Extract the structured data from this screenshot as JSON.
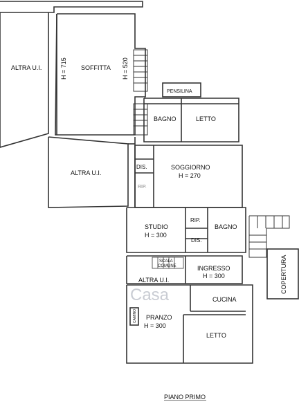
{
  "plan": {
    "title": "PIANO PRIMO",
    "watermark": "Casa",
    "rooms": {
      "altra_ui_left": "ALTRA U.I.",
      "soffitta": "SOFFITTA",
      "h_715": "H = 715",
      "h_520": "H = 520",
      "pensilina": "PENSILINA",
      "bagno_upper": "BAGNO",
      "letto_upper": "LETTO",
      "altra_ui_mid": "ALTRA U.I.",
      "dis_upper": "DIS.",
      "rip_upper": "RIP.",
      "soggiorno": "SOGGIORNO",
      "soggiorno_h": "H = 270",
      "studio": "STUDIO",
      "studio_h": "H = 300",
      "rip_mid": "RIP.",
      "dis_mid": "DIS.",
      "bagno_mid": "BAGNO",
      "scala": "SCALA",
      "comune": "COMUNE",
      "ingresso": "INGRESSO",
      "ingresso_h": "H = 300",
      "altra_ui_lower": "ALTRA U.I.",
      "copertura": "COPERTURA",
      "cucina": "CUCINA",
      "camino": "CAMINO",
      "pranzo": "PRANZO",
      "pranzo_h": "H = 300",
      "letto_lower": "LETTO"
    },
    "colors": {
      "wall": "#333333",
      "line": "#444444",
      "watermark": "#c9ccd3"
    }
  }
}
